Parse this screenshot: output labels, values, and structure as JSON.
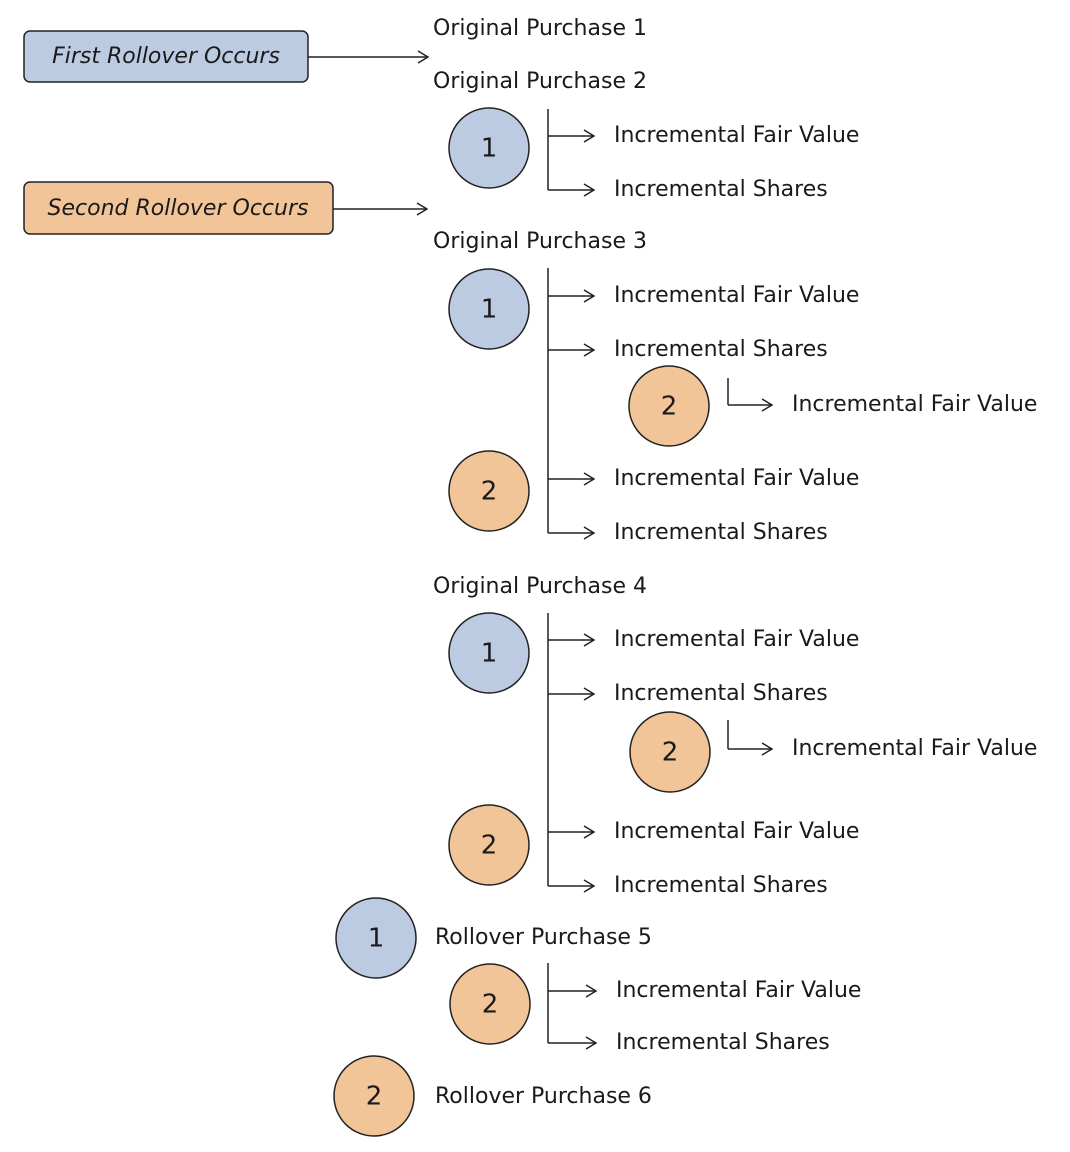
{
  "colors": {
    "first_rollover": "#bccbe2",
    "second_rollover": "#f2c599",
    "line": "#222222"
  },
  "callouts": [
    {
      "text": "First Rollover Occurs",
      "rollover": 1
    },
    {
      "text": "Second Rollover Occurs",
      "rollover": 2
    }
  ],
  "headings": [
    "Original Purchase 1",
    "Original Purchase 2",
    "Original Purchase 3",
    "Original Purchase 4",
    "Rollover Purchase 5",
    "Rollover Purchase 6"
  ],
  "markers": [
    "1",
    "2"
  ],
  "branch_labels": {
    "fair_value": "Incremental Fair Value",
    "shares": "Incremental Shares"
  }
}
